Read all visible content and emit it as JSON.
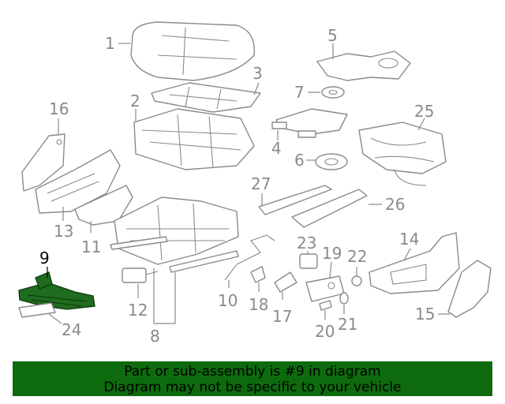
{
  "callouts": {
    "c1": "1",
    "c2": "2",
    "c3": "3",
    "c4": "4",
    "c5": "5",
    "c6": "6",
    "c7": "7",
    "c8": "8",
    "c9": "9",
    "c10": "10",
    "c11": "11",
    "c12": "12",
    "c13": "13",
    "c14": "14",
    "c15": "15",
    "c16": "16",
    "c17": "17",
    "c18": "18",
    "c19": "19",
    "c20": "20",
    "c21": "21",
    "c22": "22",
    "c23": "23",
    "c24": "24",
    "c25": "25",
    "c26": "26",
    "c27": "27"
  },
  "highlight": {
    "part": "9",
    "color": "#1f6b1f"
  },
  "banner": {
    "line1": "Part or sub-assembly is #9 in diagram",
    "line2": "Diagram may not be specific to your vehicle",
    "background": "#0d6b0d"
  }
}
